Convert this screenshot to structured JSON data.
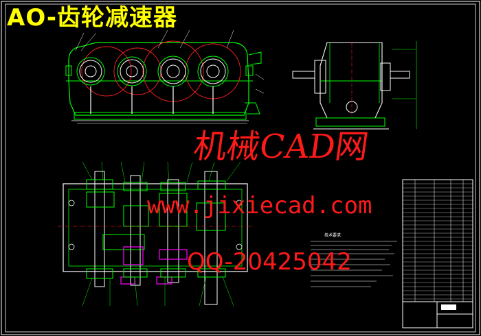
{
  "title": "AO-齿轮减速器",
  "watermarks": {
    "line1": "机械CAD网",
    "line2": "www.jixiecad.com",
    "line3": "QQ-20425042"
  },
  "notes": {
    "title": "技术要求"
  },
  "colors": {
    "background": "#000000",
    "title": "#ffff00",
    "watermark": "#ff1a1a",
    "frame": "#ffffff",
    "outline_green": "#00ff00",
    "gear_red": "#ff2020",
    "part_magenta": "#ff00ff"
  }
}
